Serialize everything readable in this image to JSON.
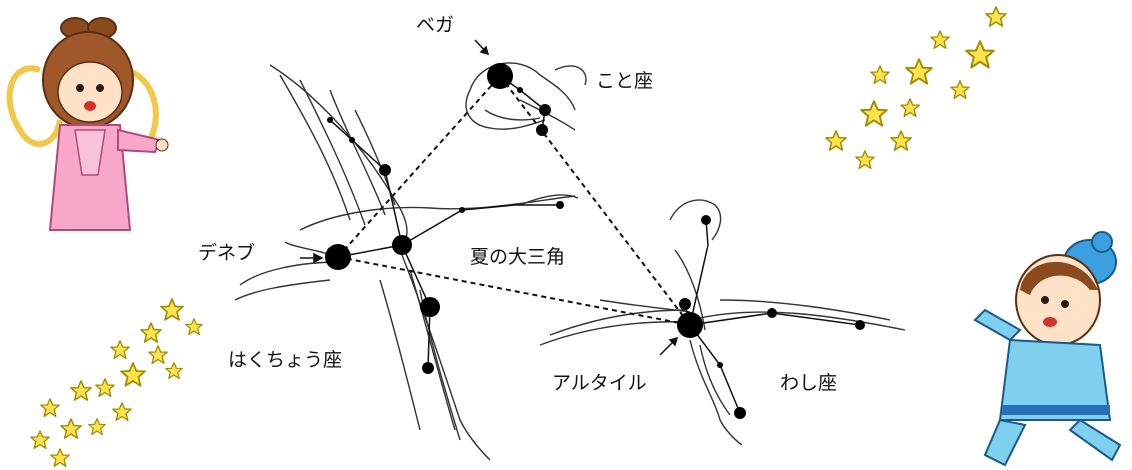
{
  "labels": {
    "vega": "ベガ",
    "lyra": "こと座",
    "deneb": "デネブ",
    "summer_triangle": "夏の大三角",
    "cygnus": "はくちょう座",
    "altair": "アルタイル",
    "aquila": "わし座"
  },
  "icons": {
    "orihime": "orihime-girl-icon",
    "hikoboshi": "hikoboshi-boy-icon",
    "stars": "star-icon"
  },
  "colors": {
    "star_fill": "#ffe34d",
    "star_stroke": "#a08a00",
    "line": "#111111"
  }
}
